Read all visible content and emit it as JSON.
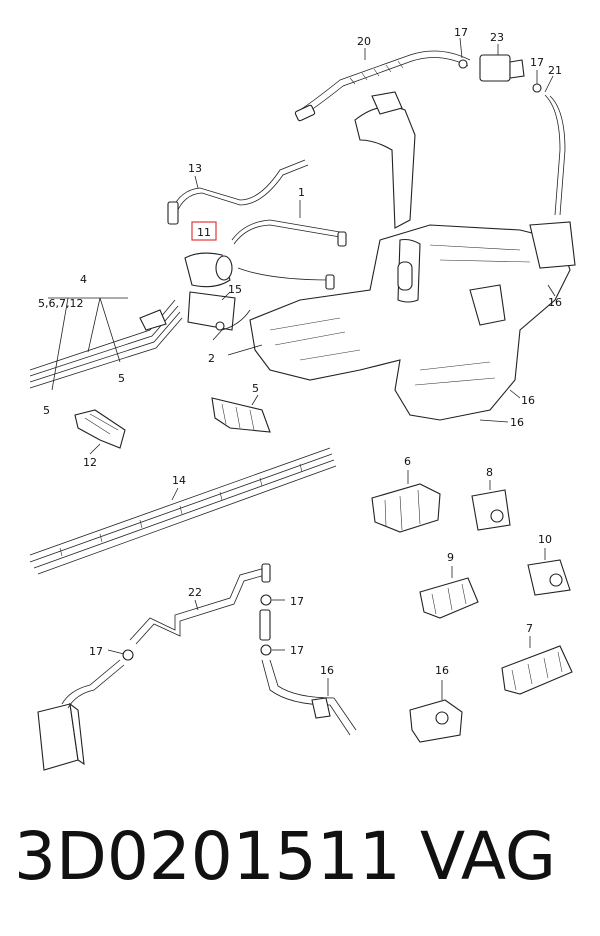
{
  "labels": {
    "l1": "1",
    "l2": "2",
    "l4": "4",
    "l4sub": "5,6,7,12",
    "l5a": "5",
    "l5b": "5",
    "l5c": "5",
    "l6": "6",
    "l7": "7",
    "l8": "8",
    "l9": "9",
    "l10": "10",
    "l11": "11",
    "l12": "12",
    "l13": "13",
    "l14": "14",
    "l15": "15",
    "l16a": "16",
    "l16b": "16",
    "l16c": "16",
    "l16d": "16",
    "l16e": "16",
    "l17a": "17",
    "l17b": "17",
    "l17c": "17",
    "l17d": "17",
    "l17e": "17",
    "l20": "20",
    "l21": "21",
    "l22": "22",
    "l23": "23"
  },
  "footer": {
    "part_number": "3D0201511",
    "brand": "VAG"
  },
  "highlight_color": "#e03a3a"
}
